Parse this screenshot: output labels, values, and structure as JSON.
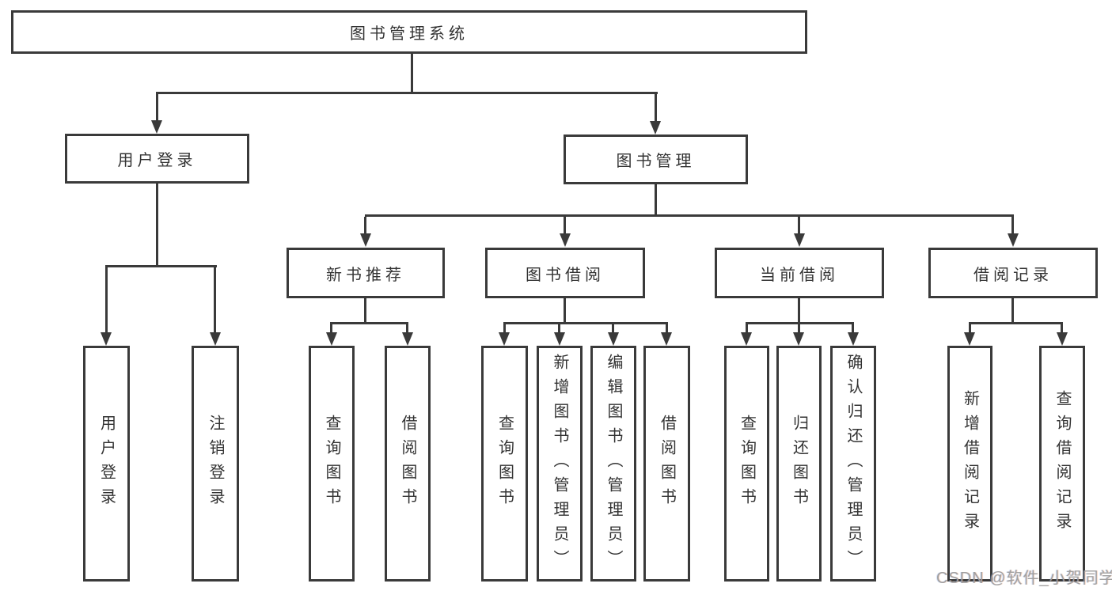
{
  "colors": {
    "background": "#ffffff",
    "line": "#3a3a3a",
    "box_border": "#3a3a3a",
    "text": "#333333",
    "watermark": "#9e9e9e"
  },
  "tree": {
    "root": {
      "label": "图书管理系统",
      "children": [
        {
          "label": "用户登录",
          "children": [
            {
              "label": "用户登录"
            },
            {
              "label": "注销登录"
            }
          ]
        },
        {
          "label": "图书管理",
          "children": [
            {
              "label": "新书推荐",
              "children": [
                {
                  "label": "查询图书"
                },
                {
                  "label": "借阅图书"
                }
              ]
            },
            {
              "label": "图书借阅",
              "children": [
                {
                  "label": "查询图书"
                },
                {
                  "label": "新增图书（管理员）"
                },
                {
                  "label": "编辑图书（管理员）"
                },
                {
                  "label": "借阅图书"
                }
              ]
            },
            {
              "label": "当前借阅",
              "children": [
                {
                  "label": "查询图书"
                },
                {
                  "label": "归还图书"
                },
                {
                  "label": "确认归还（管理员）"
                }
              ]
            },
            {
              "label": "借阅记录",
              "children": [
                {
                  "label": "新增借阅记录"
                },
                {
                  "label": "查询借阅记录"
                }
              ]
            }
          ]
        }
      ]
    }
  },
  "watermark": {
    "label": "CSDN @软件_小贺同学"
  }
}
